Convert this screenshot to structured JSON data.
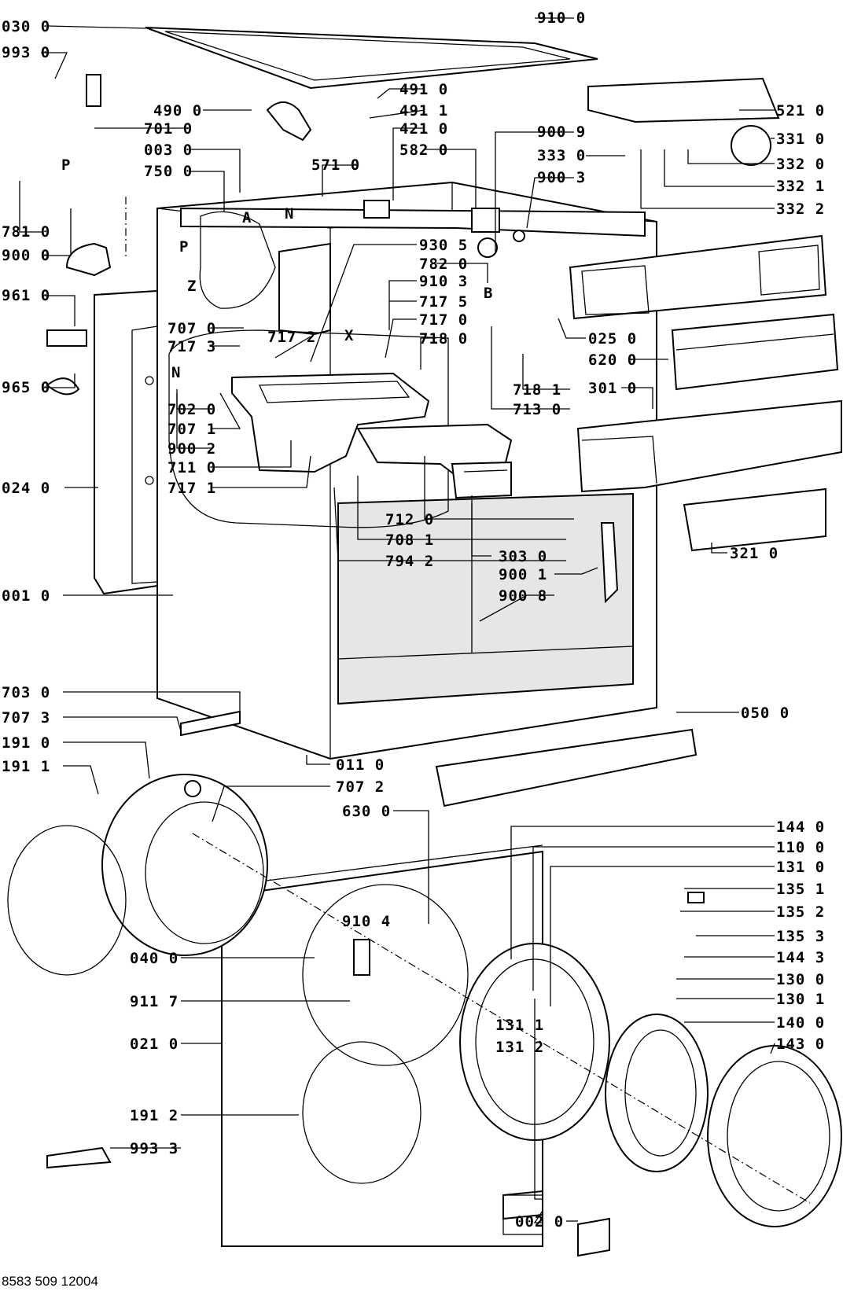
{
  "labels": {
    "l0300": "030 0",
    "l9930": "993 0",
    "l4900": "490 0",
    "l7010": "701 0",
    "l0030": "003 0",
    "l7500": "750 0",
    "l7810": "781 0",
    "l9000": "900 0",
    "l9610": "961 0",
    "l9650": "965 0",
    "l7070": "707 0",
    "l7173": "717 3",
    "l7172": "717 2",
    "l7020": "702 0",
    "l7071": "707 1",
    "l9002": "900 2",
    "l7110": "711 0",
    "l7171": "717 1",
    "l0240": "024 0",
    "l0010": "001 0",
    "l9100": "910 0",
    "l4910": "491 0",
    "l4911": "491 1",
    "l4210": "421 0",
    "l5820": "582 0",
    "l5710": "571 0",
    "l9009": "900 9",
    "l9003": "900 3",
    "l3330": "333 0",
    "l5210": "521 0",
    "l3310": "331 0",
    "l3320": "332 0",
    "l3321": "332 1",
    "l3322": "332 2",
    "l9305": "930 5",
    "l7820": "782 0",
    "l9103": "910 3",
    "l7175": "717 5",
    "l7170": "717 0",
    "l7180": "718 0",
    "l7181": "718 1",
    "l7130": "713 0",
    "l0250": "025 0",
    "l6200": "620 0",
    "l3010": "301 0",
    "l7120": "712 0",
    "l7081": "708 1",
    "l7942": "794 2",
    "l3030": "303 0",
    "l3210": "321 0",
    "l9001": "900 1",
    "l9008": "900 8",
    "l7030": "703 0",
    "l7073": "707 3",
    "l1910": "191 0",
    "l1911": "191 1",
    "l0110": "011 0",
    "l7072": "707 2",
    "l6300": "630 0",
    "l0500": "050 0",
    "l1440": "144 0",
    "l1100": "110 0",
    "l1310": "131 0",
    "l1351": "135 1",
    "l1352": "135 2",
    "l1353": "135 3",
    "l1443": "144 3",
    "l1300": "130 0",
    "l1301": "130 1",
    "l1400": "140 0",
    "l1430": "143 0",
    "l9104": "910 4",
    "l0400": "040 0",
    "l9117": "911 7",
    "l0210": "021 0",
    "l1311": "131 1",
    "l1312": "131 2",
    "l1912": "191 2",
    "l9933": "993 3",
    "l0020": "002 0"
  },
  "markers": {
    "P1": "P",
    "P2": "P",
    "A": "A",
    "Z": "Z",
    "N1": "N",
    "N2": "N",
    "B": "B",
    "X": "X"
  },
  "document_code": "8583 509 12004"
}
